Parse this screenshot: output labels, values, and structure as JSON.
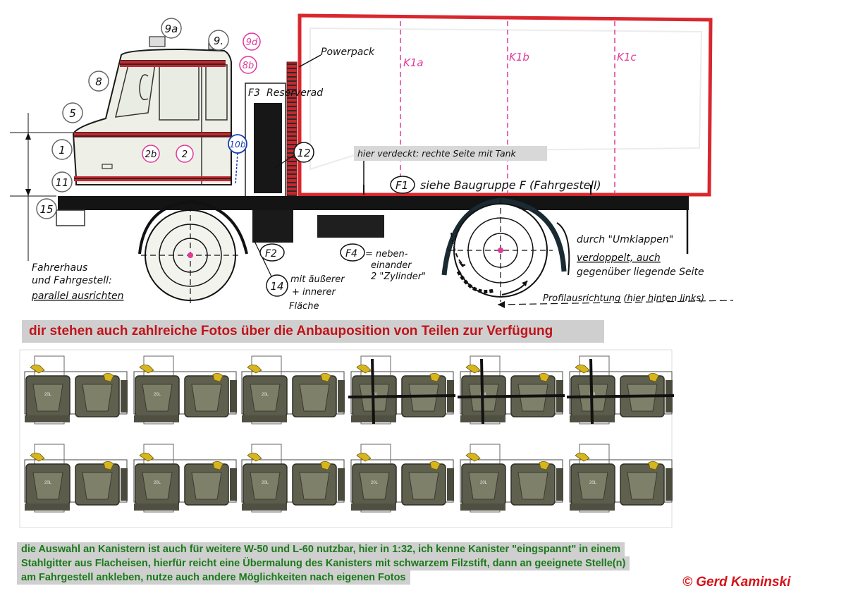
{
  "callouts": {
    "c9a": "9a",
    "c9": "9.",
    "c9d": "9d",
    "c8b": "8b",
    "c8": "8",
    "c5": "5",
    "c1": "1",
    "c2b": "2b",
    "c2": "2",
    "c10b": "10b",
    "c12": "12",
    "c11": "11",
    "c15": "15",
    "c14": "14"
  },
  "labels": {
    "powerpack": "Powerpack",
    "k1a": "K1a",
    "k1b": "K1b",
    "k1c": "K1c",
    "f3": "F3",
    "reserverad": "Reserverad",
    "hidden_side": "hier verdeckt: rechte Seite mit Tank",
    "f1": "F1",
    "baugruppe": "siehe Baugruppe F (Fahrgestell)",
    "f2": "F2",
    "f4": "F4",
    "f4_line1": "= neben-",
    "f4_line2": "einander",
    "f4_line3": "2 \"Zylinder\"",
    "umklappen1": "durch \"Umklappen\"",
    "umklappen2": "verdoppelt, auch",
    "umklappen3": "gegenüber liegende Seite",
    "profil": "Profilausrichtung (hier hinten links)",
    "fahrerhaus1": "Fahrerhaus",
    "fahrerhaus2": "und Fahrgestell:",
    "fahrerhaus3": "parallel ausrichten",
    "flaeche1": "mit äußerer",
    "flaeche2": "+ innerer",
    "flaeche3": "Fläche"
  },
  "banner": "dir stehen auch zahlreiche Fotos über die Anbauposition von Teilen zur Verfügung",
  "note_lines": [
    "die Auswahl an Kanistern ist auch für weitere W-50 und L-60 nutzbar, hier in 1:32,  ich kenne Kanister \"eingspannt\" in einem",
    "Stahlgitter aus Flacheisen, hierfür reicht eine Übermalung des Kanisters mit schwarzem Filzstift, dann an geeignete Stelle(n)",
    "am Fahrgestell ankleben,  nutze auch andere Möglichkeiten nach eigenen Fotos"
  ],
  "canister_label": "20L",
  "copyright": "© Gerd Kaminski",
  "colors": {
    "box": "#d9272e",
    "pink": "#e0399a",
    "chassis": "#141414",
    "note_green": "#1a7a1a",
    "banner_red": "#c0141a"
  }
}
